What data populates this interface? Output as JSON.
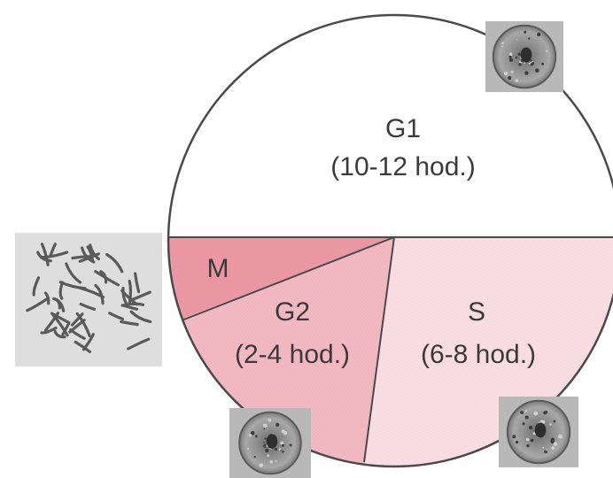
{
  "diagram": {
    "segments": {
      "g1": {
        "name": "G1",
        "duration": "(10-12 hod.)",
        "color": "#ffffff"
      },
      "s": {
        "name": "S",
        "duration": "(6-8 hod.)",
        "color": "#f9dfe4"
      },
      "g2": {
        "name": "G2",
        "duration": "(2-4 hod.)",
        "color": "#f3b9c2"
      },
      "m": {
        "name": "M",
        "duration": "",
        "color": "#eb97a4"
      }
    },
    "outline_color": "#4a4a4a",
    "micrographs": {
      "chromosomes": "chromosome-spread-micrograph",
      "nucleus_g1": "interphase-nucleus-micrograph",
      "nucleus_s": "interphase-nucleus-micrograph",
      "nucleus_g2": "interphase-nucleus-micrograph"
    }
  }
}
